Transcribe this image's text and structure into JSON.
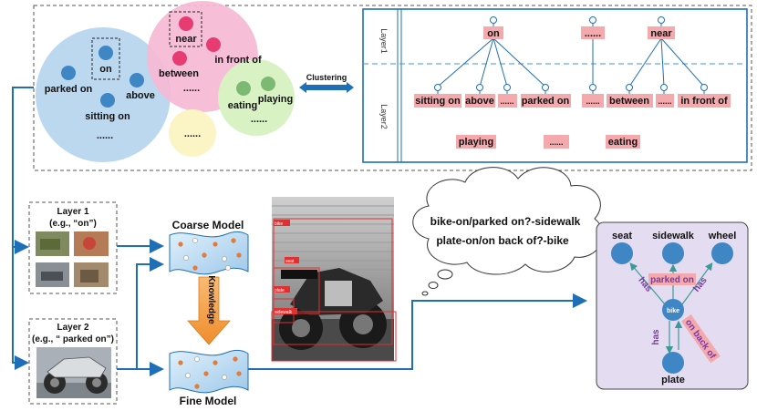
{
  "clusters": {
    "blue": [
      "on",
      "parked on",
      "above",
      "sitting on",
      "......"
    ],
    "pink": [
      "near",
      "in front of",
      "between",
      "......"
    ],
    "green": [
      "eating",
      "playing",
      "......"
    ],
    "yellow": [
      "......"
    ]
  },
  "clustering_label": "Clustering",
  "hierarchy": {
    "layer1_axis": "Layer1",
    "layer2_axis": "Layer2",
    "layer1_nodes": [
      "on",
      "......",
      "near"
    ],
    "layer2_nodes": [
      "sitting on",
      "above",
      "......",
      "parked on",
      "......",
      "between",
      "......",
      "in front of"
    ],
    "layer2_extra": [
      "playing",
      "......",
      "eating"
    ]
  },
  "layer1_box": {
    "title": "Layer 1",
    "example": "(e.g., “on”)"
  },
  "layer2_box": {
    "title": "Layer 2",
    "example": "(e.g., “ parked on”)"
  },
  "models": {
    "coarse": "Coarse Model",
    "fine": "Fine Model",
    "knowledge": "Knowledge"
  },
  "detection_labels": [
    "bike",
    "seat",
    "plate",
    "sidewalk"
  ],
  "thought": [
    "bike-on/parked on?-sidewalk",
    "plate-on/on back of?-bike"
  ],
  "graph": {
    "nodes": [
      "seat",
      "sidewalk",
      "wheel",
      "bike",
      "plate"
    ],
    "edges": [
      "has",
      "parked on",
      "has",
      "has",
      "on back of"
    ]
  },
  "colors": {
    "blue_cluster": "#bcd8ee",
    "pink_cluster": "#f6b8d4",
    "green_cluster": "#d8f2c4",
    "yellow_cluster": "#fbf5c6",
    "node_blue": "#3f86c4",
    "node_pink": "#e63c72",
    "node_green": "#7cba74",
    "rel_pink": "#f4a9ad",
    "arrow_blue": "#1f6fb7",
    "graph_bg": "#e4dcf1",
    "edge_label": "#7a3a9e",
    "knowledge_arrow": "#f5a04b"
  }
}
